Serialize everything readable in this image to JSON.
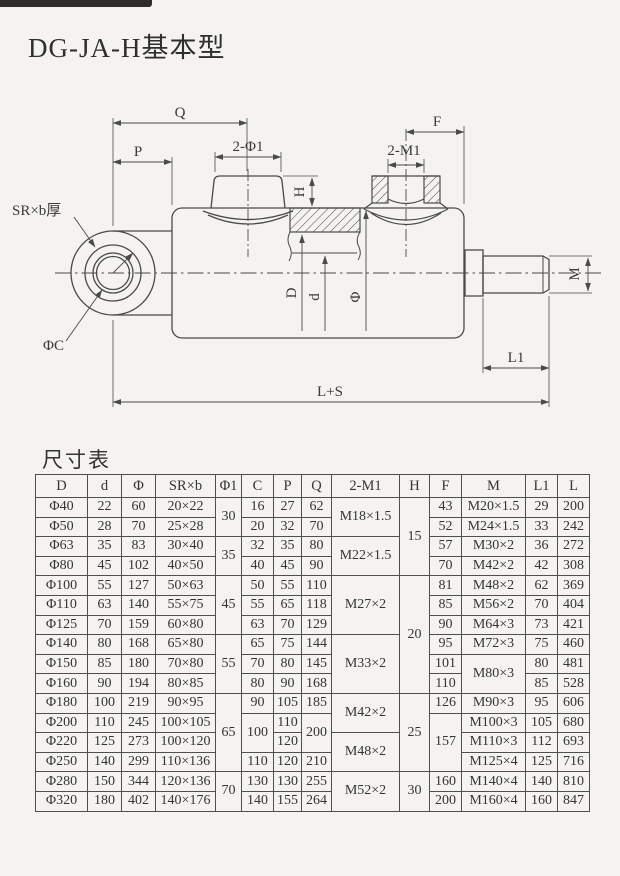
{
  "colors": {
    "paper": "#f4f3ef",
    "ink": "#3d3d3d"
  },
  "page": {
    "title": "DG-JA-H基本型",
    "table_title": "尺寸表"
  },
  "diagram": {
    "labels": {
      "q": "Q",
      "p": "P",
      "two_phi1": "2-Φ1",
      "h": "H",
      "f": "F",
      "two_m1": "2-M1",
      "sr_b": "SR×b厚",
      "phi_c": "ΦC",
      "D": "D",
      "d": "d",
      "phi": "Φ",
      "m": "M",
      "l1": "L1",
      "l_plus_s": "L+S"
    }
  },
  "table": {
    "columns": [
      "D",
      "d",
      "Φ",
      "SR×b",
      "Φ1",
      "C",
      "P",
      "Q",
      "2-M1",
      "H",
      "F",
      "M",
      "L1",
      "L"
    ],
    "rows": [
      [
        "Φ40",
        "22",
        "60",
        "20×22",
        [
          "30",
          2
        ],
        "16",
        "27",
        "62",
        [
          "M18×1.5",
          2
        ],
        [
          "15",
          4
        ],
        "43",
        "M20×1.5",
        "29",
        "200"
      ],
      [
        "Φ50",
        "28",
        "70",
        "25×28",
        null,
        "20",
        "32",
        "70",
        null,
        null,
        "52",
        "M24×1.5",
        "33",
        "242"
      ],
      [
        "Φ63",
        "35",
        "83",
        "30×40",
        [
          "35",
          2
        ],
        "32",
        "35",
        "80",
        [
          "M22×1.5",
          2
        ],
        null,
        "57",
        "M30×2",
        "36",
        "272"
      ],
      [
        "Φ80",
        "45",
        "102",
        "40×50",
        null,
        "40",
        "45",
        "90",
        null,
        null,
        "70",
        "M42×2",
        "42",
        "308"
      ],
      [
        "Φ100",
        "55",
        "127",
        "50×63",
        [
          "45",
          3
        ],
        "50",
        "55",
        "110",
        [
          "M27×2",
          3
        ],
        [
          "20",
          6
        ],
        "81",
        "M48×2",
        "62",
        "369"
      ],
      [
        "Φ110",
        "63",
        "140",
        "55×75",
        null,
        "55",
        "65",
        "118",
        null,
        null,
        "85",
        "M56×2",
        "70",
        "404"
      ],
      [
        "Φ125",
        "70",
        "159",
        "60×80",
        null,
        "63",
        "70",
        "129",
        null,
        null,
        "90",
        "M64×3",
        "73",
        "421"
      ],
      [
        "Φ140",
        "80",
        "168",
        "65×80",
        [
          "55",
          3
        ],
        "65",
        "75",
        "144",
        [
          "M33×2",
          3
        ],
        null,
        "95",
        "M72×3",
        "75",
        "460"
      ],
      [
        "Φ150",
        "85",
        "180",
        "70×80",
        null,
        "70",
        "80",
        "145",
        null,
        null,
        "101",
        [
          "M80×3",
          2
        ],
        "80",
        "481"
      ],
      [
        "Φ160",
        "90",
        "194",
        "80×85",
        null,
        "80",
        "90",
        "168",
        null,
        null,
        "110",
        null,
        "85",
        "528"
      ],
      [
        "Φ180",
        "100",
        "219",
        "90×95",
        [
          "65",
          4
        ],
        "90",
        "105",
        "185",
        [
          "M42×2",
          2
        ],
        [
          "25",
          4
        ],
        "126",
        "M90×3",
        "95",
        "606"
      ],
      [
        "Φ200",
        "110",
        "245",
        "100×105",
        null,
        [
          "100",
          2
        ],
        "110",
        [
          "200",
          2
        ],
        null,
        null,
        [
          "157",
          3
        ],
        "M100×3",
        "105",
        "680"
      ],
      [
        "Φ220",
        "125",
        "273",
        "100×120",
        null,
        null,
        "120",
        null,
        [
          "M48×2",
          2
        ],
        null,
        null,
        "M110×3",
        "112",
        "693"
      ],
      [
        "Φ250",
        "140",
        "299",
        "110×136",
        null,
        "110",
        "120",
        "210",
        null,
        null,
        null,
        "M125×4",
        "125",
        "716"
      ],
      [
        "Φ280",
        "150",
        "344",
        "120×136",
        [
          "70",
          2
        ],
        "130",
        "130",
        "255",
        [
          "M52×2",
          2
        ],
        [
          "30",
          2
        ],
        "160",
        "M140×4",
        "140",
        "810"
      ],
      [
        "Φ320",
        "180",
        "402",
        "140×176",
        null,
        "140",
        "155",
        "264",
        null,
        null,
        "200",
        "M160×4",
        "160",
        "847"
      ]
    ]
  }
}
